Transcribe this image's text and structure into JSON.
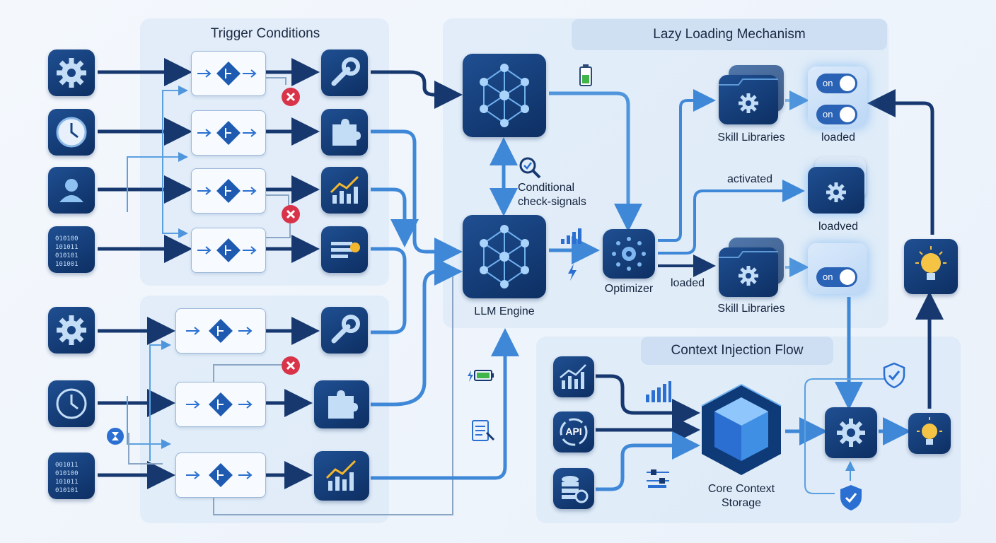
{
  "sections": {
    "trigger": "Trigger Conditions",
    "lazy": "Lazy Loading Mechanism",
    "context": "Context Injection Flow"
  },
  "labels": {
    "conditional": "Conditional",
    "check_signals": "check-signals",
    "llm_engine": "LLM Engine",
    "optimizer": "Optimizer",
    "skill_libraries": "Skill Libraries",
    "loaded": "loaded",
    "activated": "activated",
    "loadved": "loadved",
    "core_context": "Core Context",
    "storage": "Storage",
    "api": "API"
  },
  "toggles": [
    "on",
    "on",
    "on"
  ],
  "icons": {
    "inputs": [
      "gear-icon",
      "clock-icon",
      "user-icon",
      "binary-data-icon",
      "gear-icon",
      "clock-icon",
      "binary-data-icon"
    ],
    "outputs": [
      "wrench-icon",
      "puzzle-icon",
      "chart-icon",
      "list-icon",
      "wrench-icon",
      "puzzle-icon",
      "chart-icon"
    ],
    "badges": [
      "error-x-icon",
      "battery-icon",
      "magnifier-icon",
      "signal-bars-icon",
      "lightning-icon",
      "battery-icon",
      "document-icon",
      "hourglass-icon",
      "shield-check-icon",
      "settings-sliders-icon",
      "lightbulb-icon"
    ]
  },
  "colors": {
    "tile": "#0d2f63",
    "accent": "#2a6fd1",
    "error": "#d9334a",
    "battery": "#3fb54a",
    "panel": "#d6e5f6"
  }
}
